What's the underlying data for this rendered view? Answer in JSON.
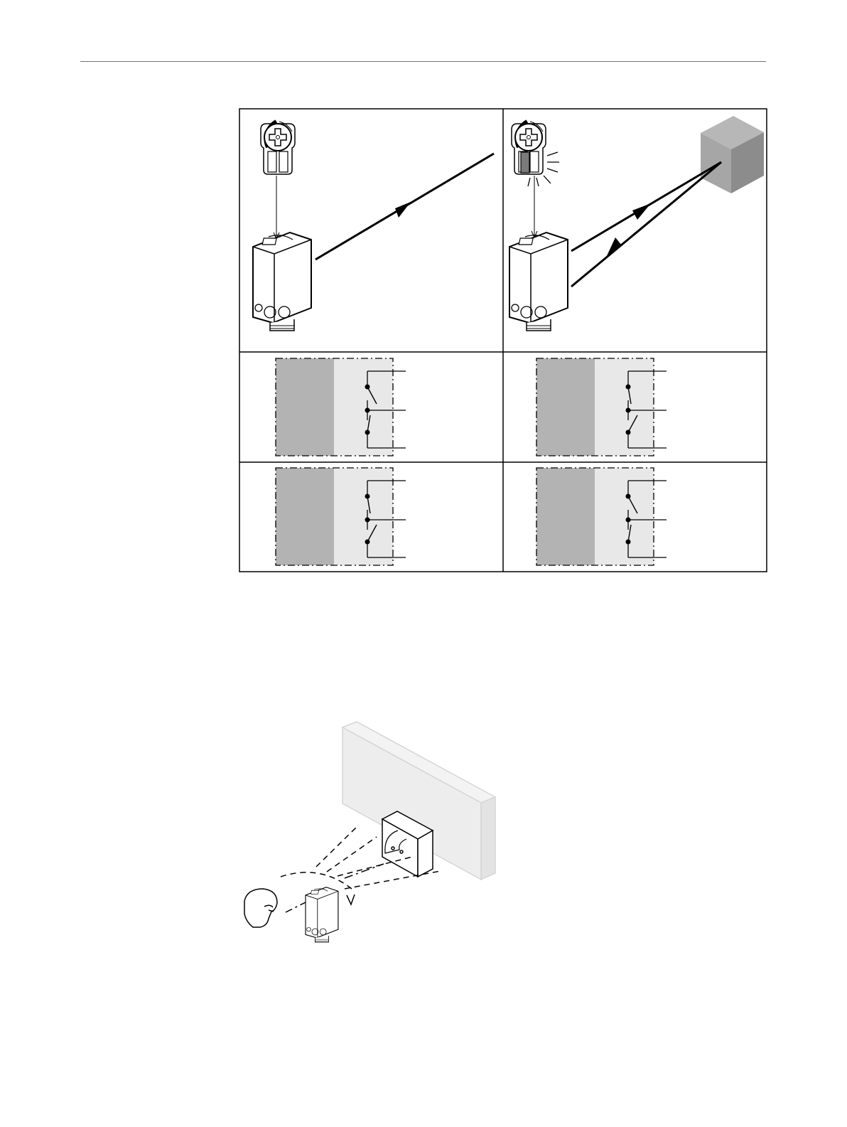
{
  "colors": {
    "header_rule": "#1a8fc8",
    "ink": "#000000",
    "indicator_lit": "#7a7a7a",
    "object_top": "#b7b7b7",
    "object_front": "#a6a6a6",
    "object_side": "#8c8c8c",
    "logic_dark": "#b3b3b3",
    "logic_light": "#e8e8e8",
    "wall": "#ededed"
  },
  "icons": [
    "adjustment-potentiometer-icon",
    "indicator-led-icon",
    "photoelectric-sensor-icon",
    "target-object-icon",
    "switch-contact-icon",
    "eye-icon",
    "mounting-bracket-icon"
  ],
  "diagram": {
    "panels": [
      {
        "state": "no-object",
        "led": "off",
        "light_path": "outgoing"
      },
      {
        "state": "object-present",
        "led": "on",
        "light_path": "reflected"
      }
    ],
    "switch_rows": [
      {
        "left": {
          "upper": "open",
          "lower": "closed"
        },
        "right": {
          "upper": "closed",
          "lower": "open"
        }
      },
      {
        "left": {
          "upper": "closed",
          "lower": "open"
        },
        "right": {
          "upper": "open",
          "lower": "closed"
        }
      }
    ]
  }
}
